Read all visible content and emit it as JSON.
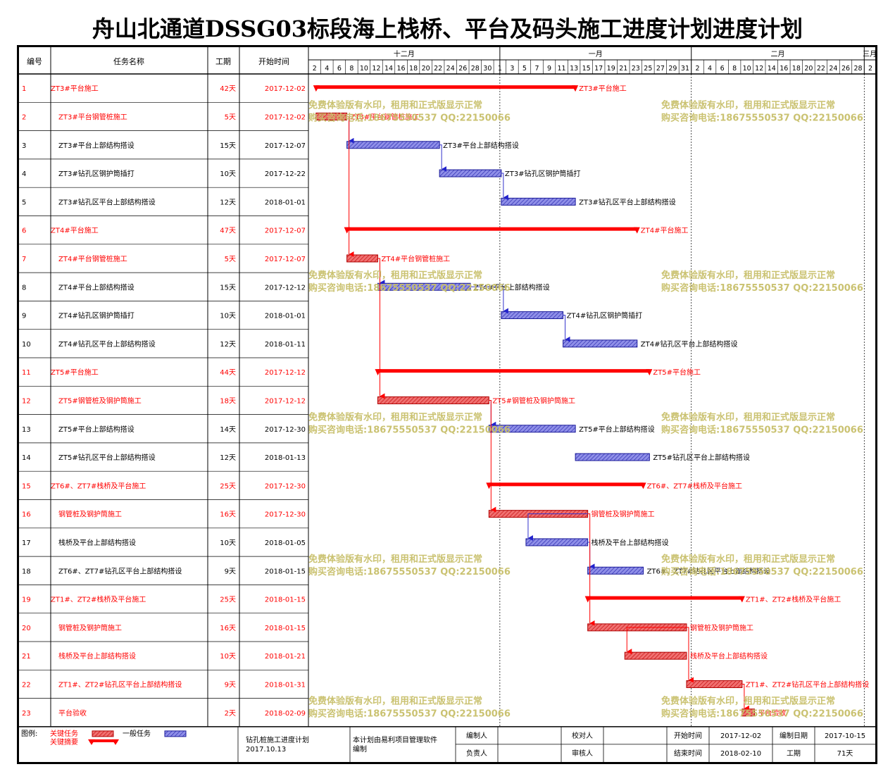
{
  "title": "舟山北通道DSSG03标段海上栈桥、平台及码头施工进度计划进度计划",
  "header": {
    "id": "编号",
    "name": "任务名称",
    "duration": "工期",
    "start": "开始时间"
  },
  "months": [
    "十二月",
    "一月",
    "二月",
    "三月"
  ],
  "day_ticks": [
    "2",
    "4",
    "6",
    "8",
    "10",
    "12",
    "14",
    "16",
    "18",
    "20",
    "22",
    "24",
    "26",
    "28",
    "30",
    "1",
    "3",
    "5",
    "7",
    "9",
    "11",
    "13",
    "15",
    "17",
    "19",
    "21",
    "23",
    "25",
    "27",
    "29",
    "31",
    "2",
    "4",
    "6",
    "8",
    "10",
    "12",
    "14",
    "16",
    "18",
    "20",
    "22",
    "24",
    "26",
    "28",
    "2"
  ],
  "colors": {
    "critical": "#ff0000",
    "normal": "#3333cc",
    "summary": "#ff0000",
    "critical_text": "#ff0000",
    "normal_text": "#000000",
    "watermark": "#c8bf6a"
  },
  "watermark": {
    "line1": "免费体验版有水印，租用和正式版显示正常",
    "line2": "购买咨询电话:18675550537 QQ:22150066"
  },
  "chart_data": {
    "type": "gantt",
    "title": "舟山北通道DSSG03标段海上栈桥、平台及码头施工进度计划进度计划",
    "x_range": [
      "2017-12-01",
      "2018-03-03"
    ],
    "tasks": [
      {
        "id": "1",
        "name": "ZT3#平台施工",
        "dur": "42天",
        "start": "2017-12-02",
        "kind": "summary",
        "critical": true
      },
      {
        "id": "2",
        "name": "ZT3#平台钢管桩施工",
        "dur": "5天",
        "start": "2017-12-02",
        "kind": "task",
        "critical": true
      },
      {
        "id": "3",
        "name": "ZT3#平台上部结构搭设",
        "dur": "15天",
        "start": "2017-12-07",
        "kind": "task",
        "critical": false
      },
      {
        "id": "4",
        "name": "ZT3#钻孔区钢护筒插打",
        "dur": "10天",
        "start": "2017-12-22",
        "kind": "task",
        "critical": false
      },
      {
        "id": "5",
        "name": "ZT3#钻孔区平台上部结构搭设",
        "dur": "12天",
        "start": "2018-01-01",
        "kind": "task",
        "critical": false
      },
      {
        "id": "6",
        "name": "ZT4#平台施工",
        "dur": "47天",
        "start": "2017-12-07",
        "kind": "summary",
        "critical": true
      },
      {
        "id": "7",
        "name": "ZT4#平台钢管桩施工",
        "dur": "5天",
        "start": "2017-12-07",
        "kind": "task",
        "critical": true
      },
      {
        "id": "8",
        "name": "ZT4#平台上部结构搭设",
        "dur": "15天",
        "start": "2017-12-12",
        "kind": "task",
        "critical": false
      },
      {
        "id": "9",
        "name": "ZT4#钻孔区钢护筒插打",
        "dur": "10天",
        "start": "2018-01-01",
        "kind": "task",
        "critical": false
      },
      {
        "id": "10",
        "name": "ZT4#钻孔区平台上部结构搭设",
        "dur": "12天",
        "start": "2018-01-11",
        "kind": "task",
        "critical": false
      },
      {
        "id": "11",
        "name": "ZT5#平台施工",
        "dur": "44天",
        "start": "2017-12-12",
        "kind": "summary",
        "critical": true
      },
      {
        "id": "12",
        "name": "ZT5#钢管桩及钢护筒施工",
        "dur": "18天",
        "start": "2017-12-12",
        "kind": "task",
        "critical": true
      },
      {
        "id": "13",
        "name": "ZT5#平台上部结构搭设",
        "dur": "14天",
        "start": "2017-12-30",
        "kind": "task",
        "critical": false
      },
      {
        "id": "14",
        "name": "ZT5#钻孔区平台上部结构搭设",
        "dur": "12天",
        "start": "2018-01-13",
        "kind": "task",
        "critical": false
      },
      {
        "id": "15",
        "name": "ZT6#、ZT7#栈桥及平台施工",
        "dur": "25天",
        "start": "2017-12-30",
        "kind": "summary",
        "critical": true
      },
      {
        "id": "16",
        "name": "钢管桩及钢护筒施工",
        "dur": "16天",
        "start": "2017-12-30",
        "kind": "task",
        "critical": true
      },
      {
        "id": "17",
        "name": "栈桥及平台上部结构搭设",
        "dur": "10天",
        "start": "2018-01-05",
        "kind": "task",
        "critical": false
      },
      {
        "id": "18",
        "name": "ZT6#、ZT7#钻孔区平台上部结构搭设",
        "dur": "9天",
        "start": "2018-01-15",
        "kind": "task",
        "critical": false
      },
      {
        "id": "19",
        "name": "ZT1#、ZT2#栈桥及平台施工",
        "dur": "25天",
        "start": "2018-01-15",
        "kind": "summary",
        "critical": true
      },
      {
        "id": "20",
        "name": "钢管桩及钢护筒施工",
        "dur": "16天",
        "start": "2018-01-15",
        "kind": "task",
        "critical": true
      },
      {
        "id": "21",
        "name": "栈桥及平台上部结构搭设",
        "dur": "10天",
        "start": "2018-01-21",
        "kind": "task",
        "critical": true
      },
      {
        "id": "22",
        "name": "ZT1#、ZT2#钻孔区平台上部结构搭设",
        "dur": "9天",
        "start": "2018-01-31",
        "kind": "task",
        "critical": true
      },
      {
        "id": "23",
        "name": "平台验收",
        "dur": "2天",
        "start": "2018-02-09",
        "kind": "task",
        "critical": true
      }
    ]
  },
  "footer": {
    "legend_label": "图例:",
    "legend_critical_task": "关键任务",
    "legend_critical_summary": "关键摘要",
    "legend_normal_task": "一般任务",
    "plan_name": "钻孔桩施工进度计划",
    "plan_date": "2017.10.13",
    "software_line1": "本计划由易利项目管理软件",
    "software_line2": "编制",
    "compiler_label": "编制人",
    "checker_label": "校对人",
    "leader_label": "负责人",
    "reviewer_label": "审核人",
    "start_label": "开始时间",
    "start_value": "2017-12-02",
    "end_label": "结束时间",
    "end_value": "2018-02-10",
    "made_label": "编制日期",
    "made_value": "2017-10-15",
    "duration_label": "工期",
    "duration_value": "71天"
  }
}
